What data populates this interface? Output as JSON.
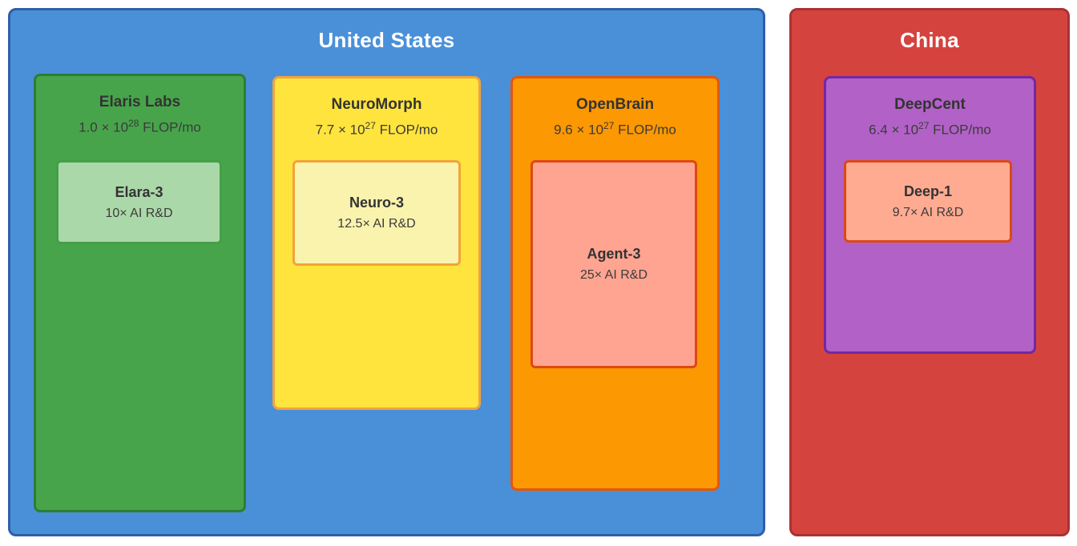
{
  "countries": [
    {
      "name": "United States",
      "colors": {
        "fill": "#4a90d9",
        "border": "#2d5fa7",
        "title": "#ffffff"
      },
      "labs": [
        {
          "name": "Elaris Labs",
          "flop_prefix": "1.0 × 10",
          "flop_exp": "28",
          "flop_suffix": "FLOP/mo",
          "colors": {
            "fill": "#47a44b",
            "border": "#2e7d32"
          },
          "model": {
            "name": "Elara-3",
            "rd": "10× AI R&D",
            "colors": {
              "fill": "#abd8a8",
              "border": "#43a047"
            }
          }
        },
        {
          "name": "NeuroMorph",
          "flop_prefix": "7.7 × 10",
          "flop_exp": "27",
          "flop_suffix": "FLOP/mo",
          "colors": {
            "fill": "#ffe43d",
            "border": "#f2a33c"
          },
          "model": {
            "name": "Neuro-3",
            "rd": "12.5× AI R&D",
            "colors": {
              "fill": "#faf3ae",
              "border": "#f2a33c"
            }
          }
        },
        {
          "name": "OpenBrain",
          "flop_prefix": "9.6 × 10",
          "flop_exp": "27",
          "flop_suffix": "FLOP/mo",
          "colors": {
            "fill": "#fb9802",
            "border": "#e2570e"
          },
          "model": {
            "name": "Agent-3",
            "rd": "25× AI R&D",
            "colors": {
              "fill": "#ffa491",
              "border": "#dd4814"
            }
          }
        }
      ]
    },
    {
      "name": "China",
      "colors": {
        "fill": "#d5433f",
        "border": "#a93232",
        "title": "#ffffff"
      },
      "labs": [
        {
          "name": "DeepCent",
          "flop_prefix": "6.4 × 10",
          "flop_exp": "27",
          "flop_suffix": "FLOP/mo",
          "colors": {
            "fill": "#b261c7",
            "border": "#7527a3"
          },
          "model": {
            "name": "Deep-1",
            "rd": "9.7× AI R&D",
            "colors": {
              "fill": "#ffab91",
              "border": "#dd4814"
            }
          }
        }
      ]
    }
  ]
}
